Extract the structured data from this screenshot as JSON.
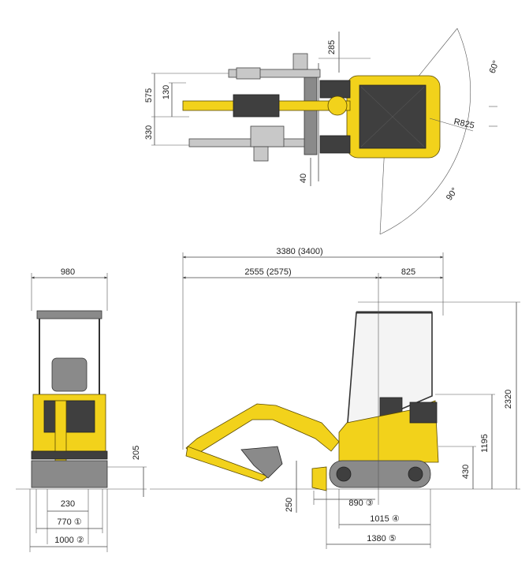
{
  "colors": {
    "machine_yellow": "#f2d21b",
    "machine_dark": "#3f3f3f",
    "dimension_line": "#444444"
  },
  "top_view": {
    "dim_285": "285",
    "dim_575": "575",
    "dim_130": "130",
    "dim_330": "330",
    "dim_40": "40",
    "swing_left": "60°",
    "swing_right": "90°",
    "tail_radius": "R825"
  },
  "front_view": {
    "width": "980",
    "height_205": "205",
    "dim_230": "230",
    "dim_770": "770 ①",
    "dim_1000": "1000 ②"
  },
  "side_view": {
    "overall_length": "3380 (3400)",
    "boom_length": "2555 (2575)",
    "rear_length": "825",
    "height_2320": "2320",
    "height_1195": "1195",
    "height_430": "430",
    "depth_250": "250",
    "dim_890": "890 ③",
    "dim_1015": "1015 ④",
    "dim_1380": "1380 ⑤"
  }
}
